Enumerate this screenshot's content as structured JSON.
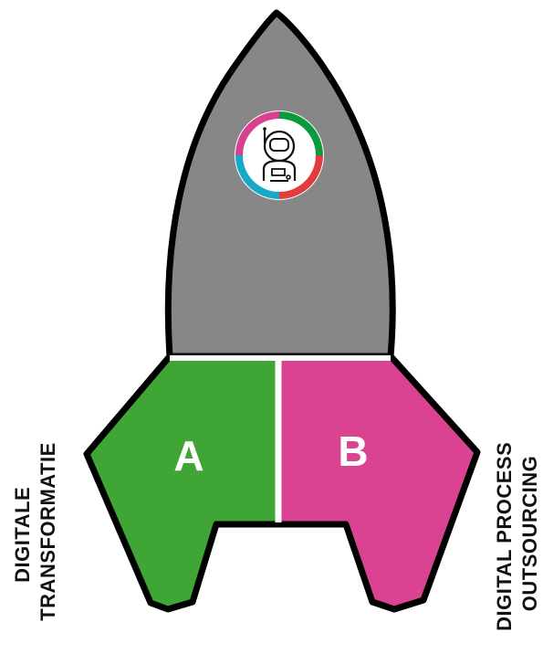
{
  "rocket": {
    "body_color": "#878787",
    "outline_color": "#000000",
    "icon": "astronaut-icon",
    "icon_ring_colors": [
      "#0b9a3d",
      "#e23c3c",
      "#18a9c9",
      "#d9408f"
    ]
  },
  "sections": [
    {
      "letter": "A",
      "color": "#3fa535"
    },
    {
      "letter": "B",
      "color": "#d94391"
    }
  ],
  "labels": {
    "left": [
      "DIGITALE",
      "TRANSFORMATIE"
    ],
    "right": [
      "DIGITAL PROCESS",
      "OUTSOURCING"
    ]
  }
}
